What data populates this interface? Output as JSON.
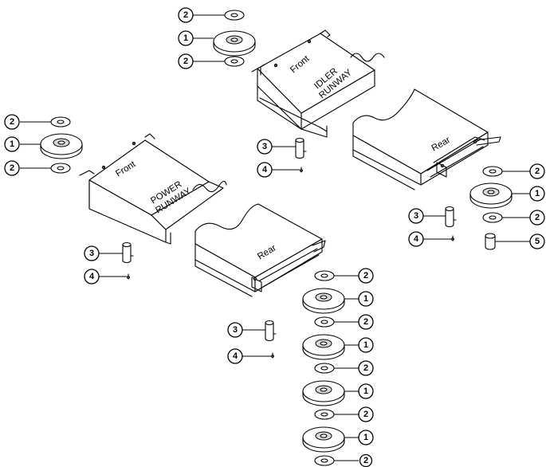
{
  "runways": {
    "power": {
      "front_label": "Front",
      "name_line1": "POWER",
      "name_line2": "RUNWAY",
      "rear_label": "Rear"
    },
    "idler": {
      "front_label": "Front",
      "name_line1": "IDLER",
      "name_line2": "RUNWAY",
      "rear_label": "Rear"
    }
  },
  "callouts": {
    "washer": "2",
    "roller": "1",
    "pin": "3",
    "screw": "4",
    "spacer": "5"
  }
}
